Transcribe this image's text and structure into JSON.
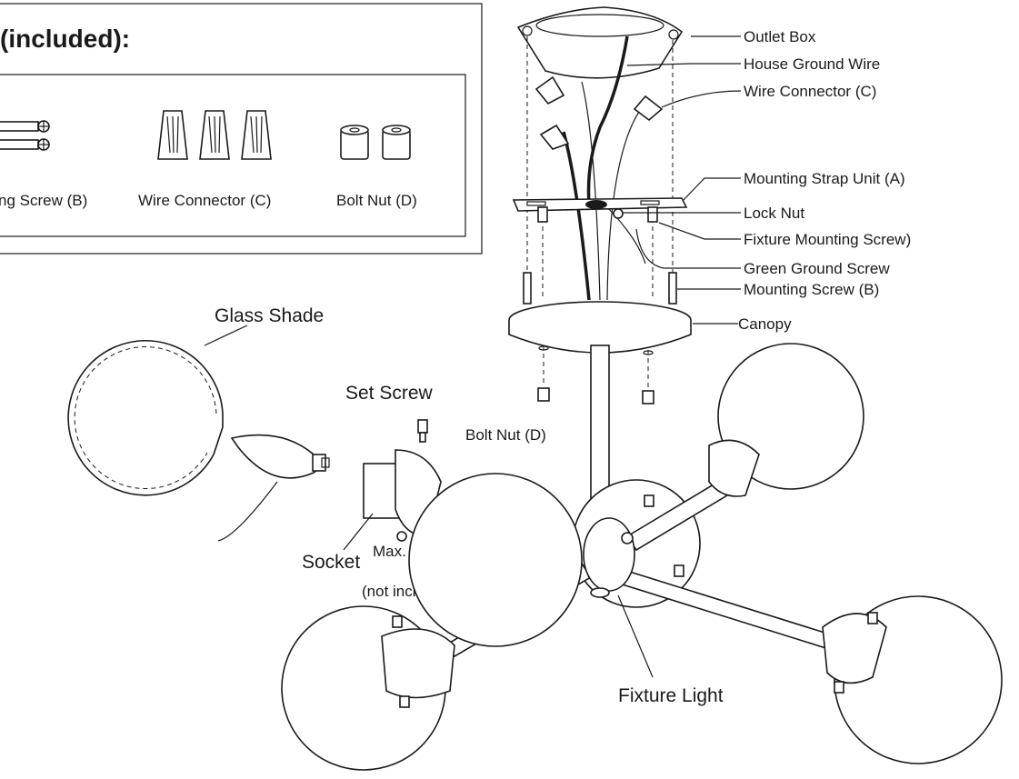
{
  "hardware_box": {
    "title": "(included):",
    "items": [
      "ng Screw (B)",
      "Wire Connector (C)",
      "Bolt Nut (D)"
    ]
  },
  "callouts": [
    "Outlet Box",
    "House Ground Wire",
    "Wire Connector (C)",
    "Mounting Strap Unit (A)",
    "Lock Nut",
    "Fixture Mounting Screw)",
    "Green Ground Screw",
    "Mounting Screw (B)",
    "Canopy"
  ],
  "labels": {
    "glass_shade": "Glass Shade",
    "set_screw": "Set Screw",
    "bolt_nut": "Bolt Nut (D)",
    "bulb": "Max. 40W Type B Bulb",
    "bulb_note": "(not included)",
    "socket": "Socket",
    "fixture_light": "Fixture Light"
  },
  "colors": {
    "ink": "#1a1a1a",
    "background": "#ffffff"
  }
}
